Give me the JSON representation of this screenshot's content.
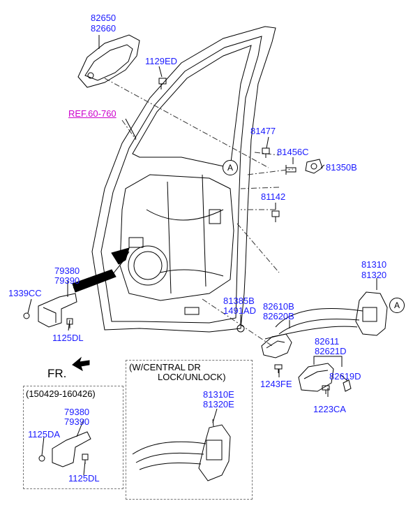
{
  "labels": {
    "p82650": "82650",
    "p82660": "82660",
    "p1129ED": "1129ED",
    "ref": "REF.60-760",
    "p81477": "81477",
    "p81456C": "81456C",
    "p81350B": "81350B",
    "p81142": "81142",
    "p79380": "79380",
    "p79390": "79390",
    "p1339CC": "1339CC",
    "p1125DL": "1125DL",
    "p81310": "81310",
    "p81320": "81320",
    "p81385B": "81385B",
    "p1491AD": "1491AD",
    "p82610B": "82610B",
    "p82620B": "82620B",
    "p82611": "82611",
    "p82621D": "82621D",
    "p1243FE": "1243FE",
    "p82619D": "82619D",
    "p1223CA": "1223CA",
    "callout": "A",
    "fr": "FR.",
    "central_title1": "(W/CENTRAL DR",
    "central_title2": "LOCK/UNLOCK)",
    "p81310E": "81310E",
    "p81320E": "81320E",
    "date_range": "(150429-160426)",
    "p79380b": "79380",
    "p79390b": "79390",
    "p1125DA": "1125DA",
    "p1125DLb": "1125DL"
  },
  "colors": {
    "part_number": "#1a1aff",
    "reference": "#cc00cc",
    "line": "#000000"
  }
}
